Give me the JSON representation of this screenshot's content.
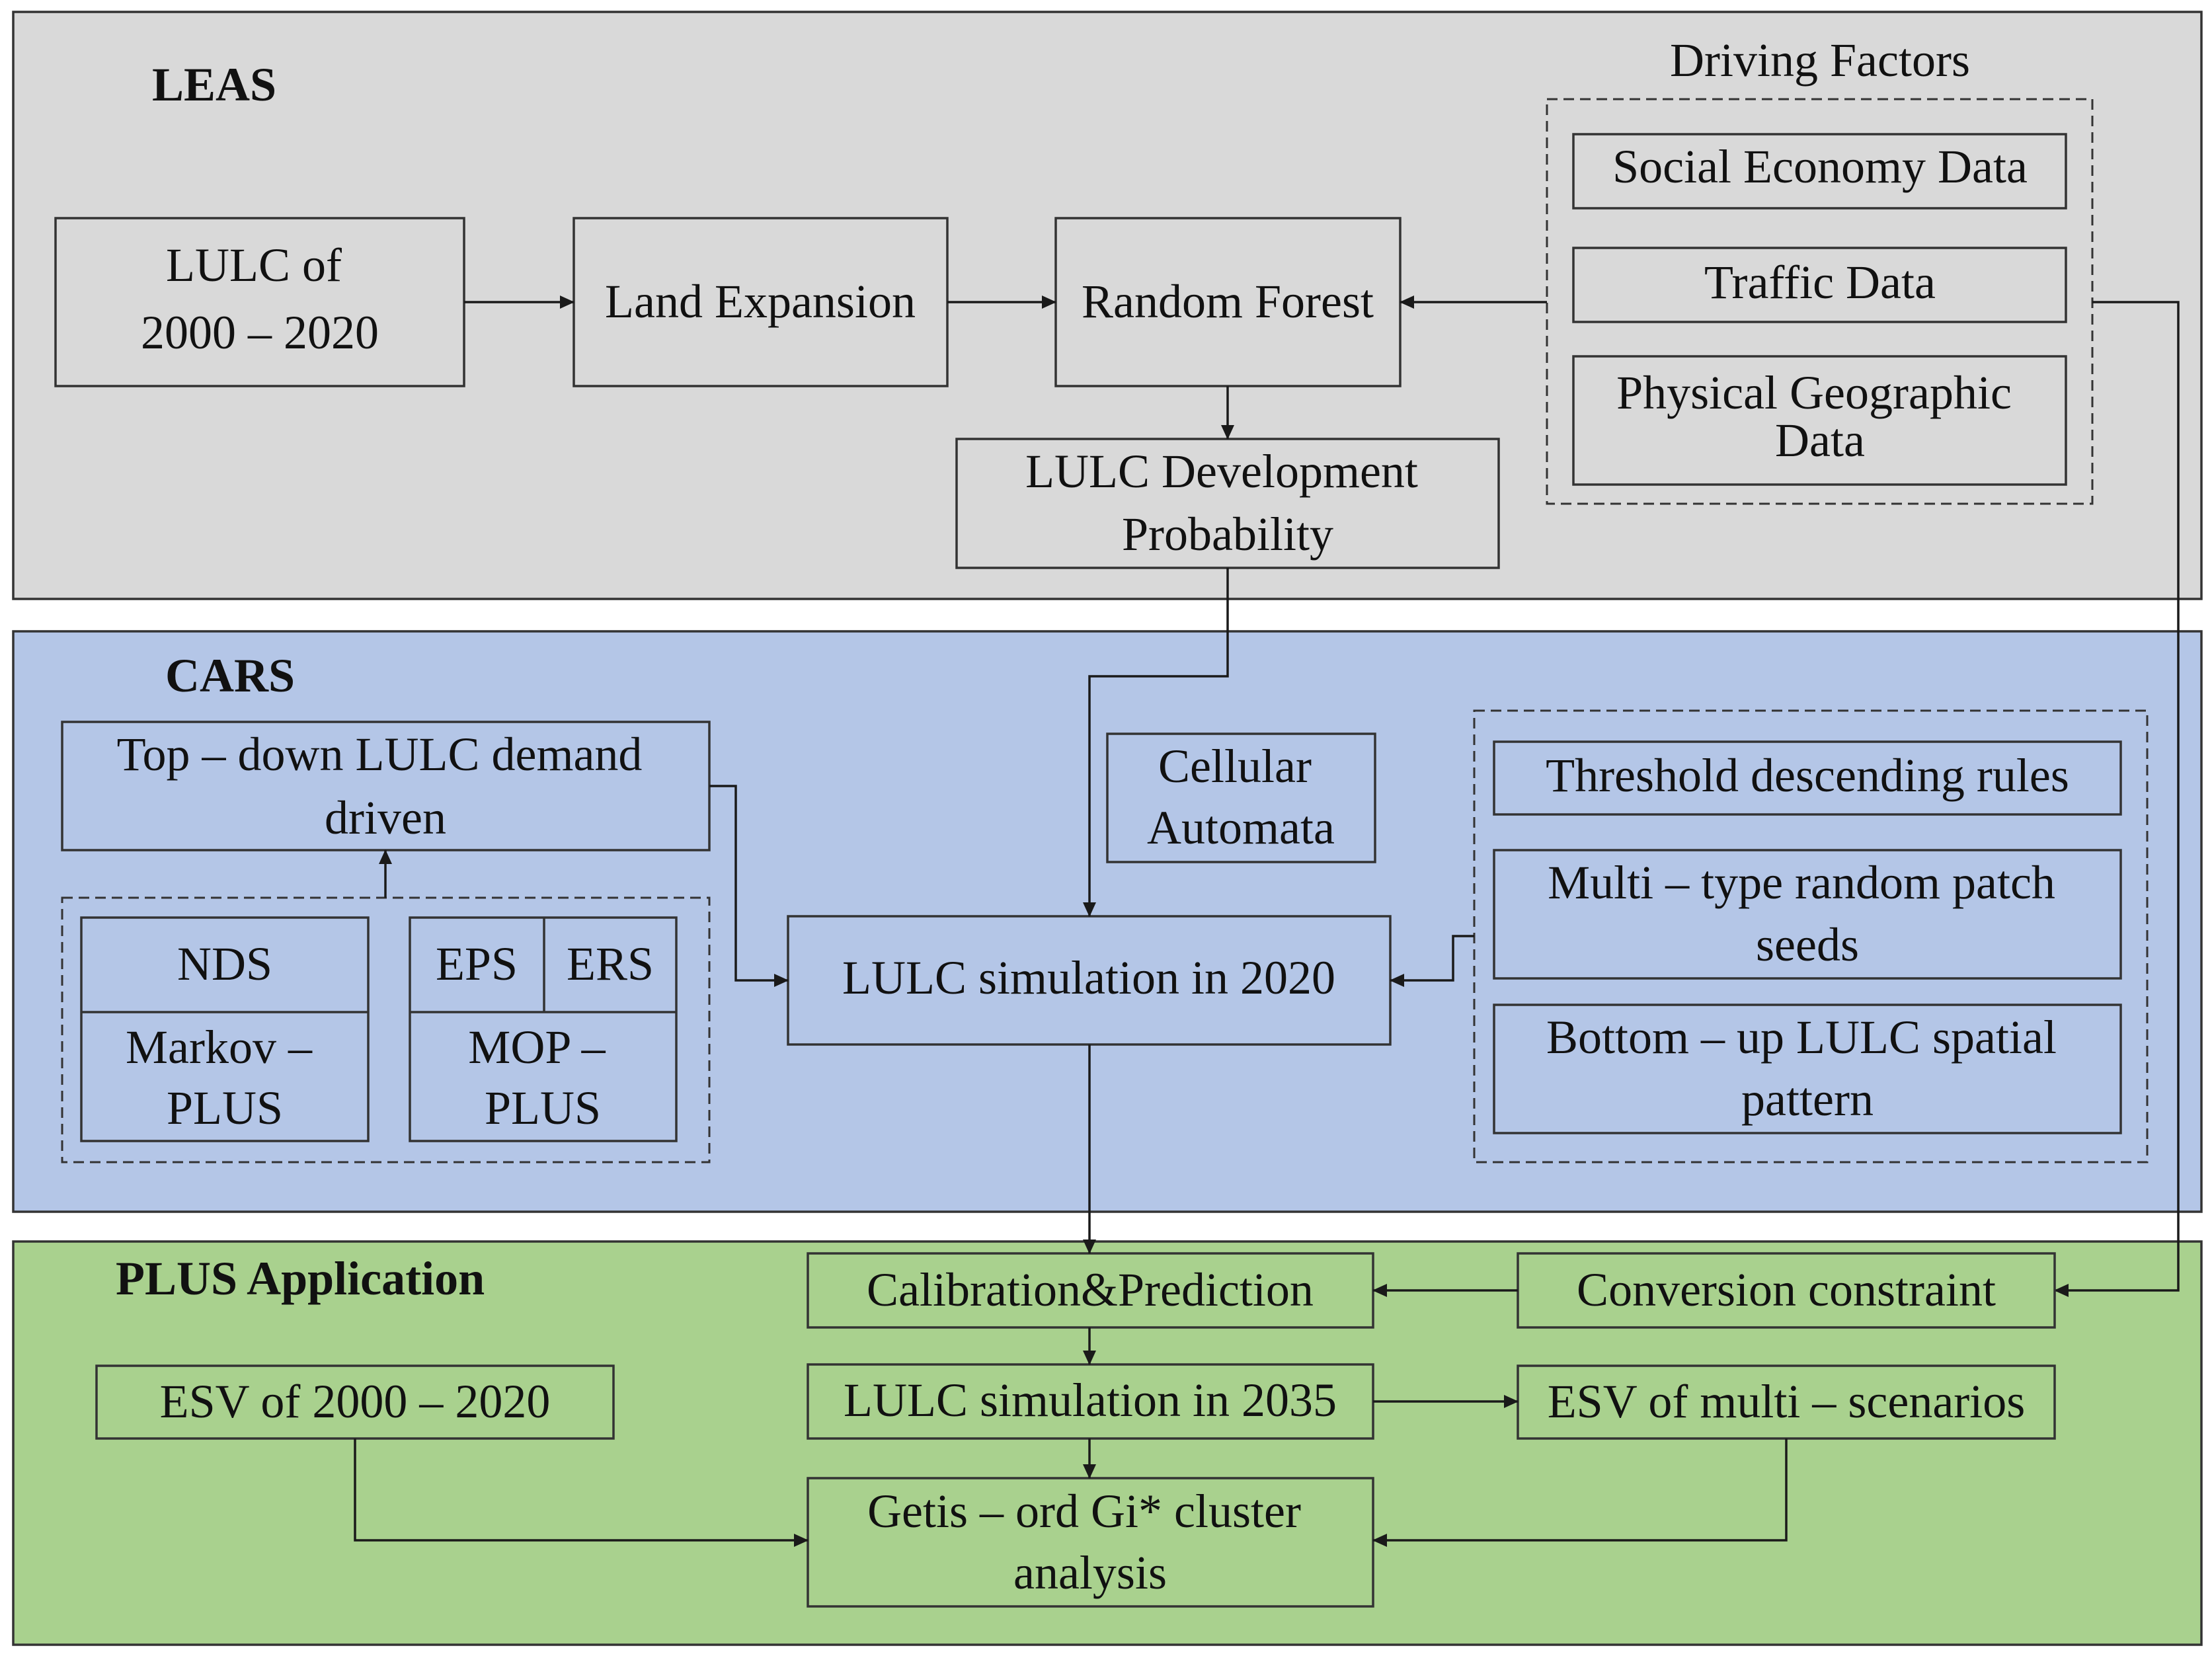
{
  "colors": {
    "leas_panel": "#d9d9d9",
    "cars_panel": "#b4c6e7",
    "plus_panel": "#a9d18e",
    "border": "#333333"
  },
  "leas": {
    "title": "LEAS",
    "lulc_input": [
      "LULC of",
      "2000 – 2020"
    ],
    "land_expansion": "Land Expansion",
    "random_forest": "Random Forest",
    "development_probability": [
      "LULC Development",
      "Probability"
    ],
    "driving_factors": {
      "title": "Driving Factors",
      "social_economy": "Social Economy Data",
      "traffic": "Traffic Data",
      "physical_geographic": [
        "Physical Geographic",
        "Data"
      ]
    }
  },
  "cars": {
    "title": "CARS",
    "top_down": [
      "Top – down LULC demand",
      "driven"
    ],
    "nds": "NDS",
    "markov_plus": [
      "Markov –",
      "PLUS"
    ],
    "eps": "EPS",
    "ers": "ERS",
    "mop_plus": [
      "MOP –",
      "PLUS"
    ],
    "cellular_automata": [
      "Cellular",
      "Automata"
    ],
    "simulation_2020": "LULC simulation in 2020",
    "threshold_rules": "Threshold descending rules",
    "patch_seeds": [
      "Multi – type random patch",
      "seeds"
    ],
    "bottom_up": [
      "Bottom – up LULC spatial",
      "pattern"
    ]
  },
  "plus": {
    "title": "PLUS Application",
    "calibration": "Calibration&Prediction",
    "conversion_constraint": "Conversion constraint",
    "esv_2000_2020": "ESV of 2000 – 2020",
    "simulation_2035": "LULC simulation in 2035",
    "esv_multi": "ESV of multi – scenarios",
    "getis_ord": [
      "Getis – ord Gi* cluster",
      "analysis"
    ]
  }
}
